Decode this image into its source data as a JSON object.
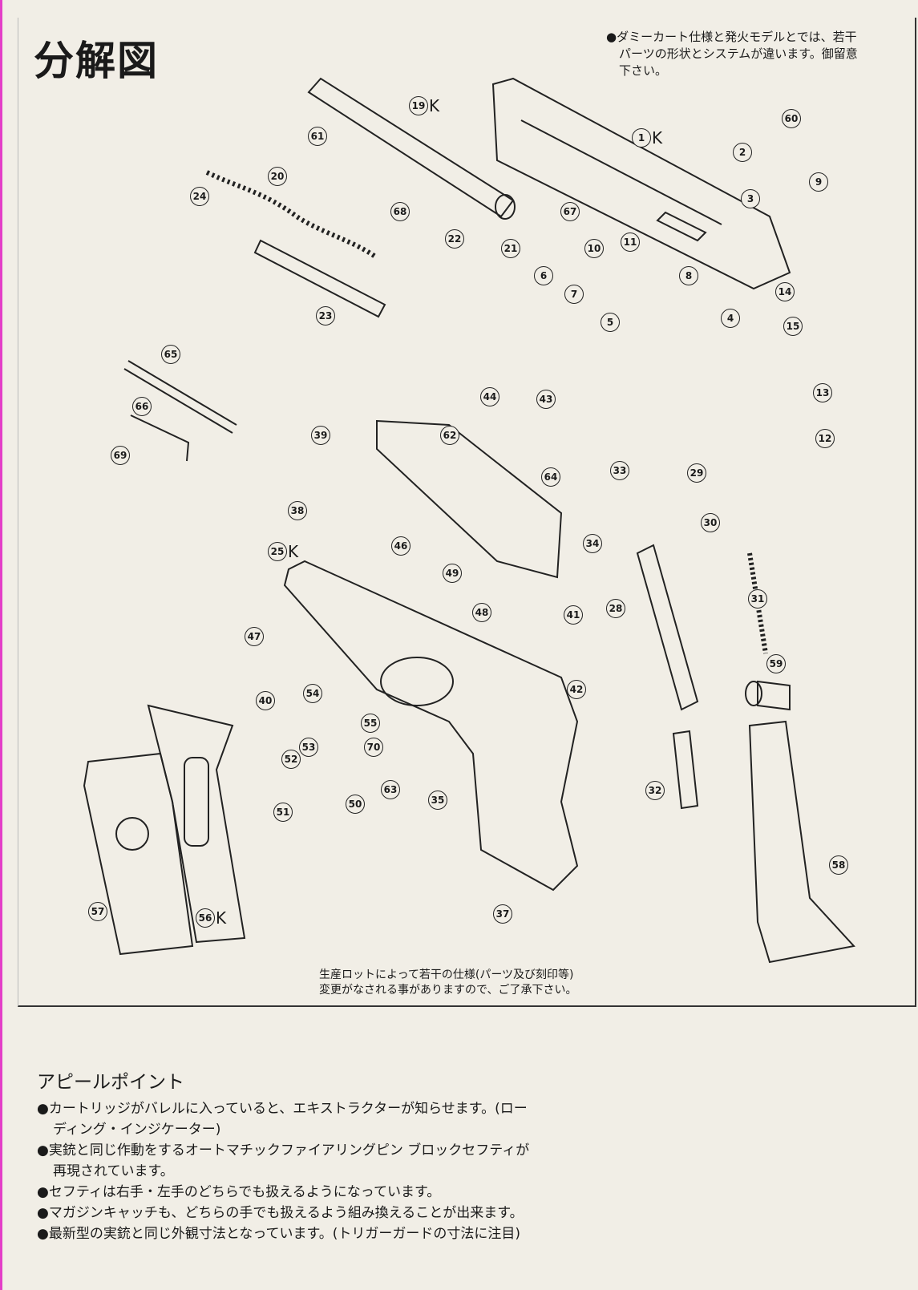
{
  "title": "分解図",
  "note": [
    "●ダミーカート仕様と発火モデルとでは、若干",
    "パーツの形状とシステムが違います。御留意",
    "下さい。"
  ],
  "parts": [
    {
      "num": "19",
      "suffix": "K"
    },
    {
      "num": "1",
      "suffix": "K"
    },
    {
      "num": "60",
      "suffix": ""
    },
    {
      "num": "2",
      "suffix": ""
    },
    {
      "num": "9",
      "suffix": ""
    },
    {
      "num": "3",
      "suffix": ""
    },
    {
      "num": "61",
      "suffix": ""
    },
    {
      "num": "20",
      "suffix": ""
    },
    {
      "num": "24",
      "suffix": ""
    },
    {
      "num": "68",
      "suffix": ""
    },
    {
      "num": "67",
      "suffix": ""
    },
    {
      "num": "22",
      "suffix": ""
    },
    {
      "num": "21",
      "suffix": ""
    },
    {
      "num": "10",
      "suffix": ""
    },
    {
      "num": "11",
      "suffix": ""
    },
    {
      "num": "6",
      "suffix": ""
    },
    {
      "num": "7",
      "suffix": ""
    },
    {
      "num": "8",
      "suffix": ""
    },
    {
      "num": "5",
      "suffix": ""
    },
    {
      "num": "4",
      "suffix": ""
    },
    {
      "num": "14",
      "suffix": ""
    },
    {
      "num": "15",
      "suffix": ""
    },
    {
      "num": "23",
      "suffix": ""
    },
    {
      "num": "65",
      "suffix": ""
    },
    {
      "num": "66",
      "suffix": ""
    },
    {
      "num": "69",
      "suffix": ""
    },
    {
      "num": "44",
      "suffix": ""
    },
    {
      "num": "43",
      "suffix": ""
    },
    {
      "num": "13",
      "suffix": ""
    },
    {
      "num": "39",
      "suffix": ""
    },
    {
      "num": "62",
      "suffix": ""
    },
    {
      "num": "12",
      "suffix": ""
    },
    {
      "num": "33",
      "suffix": ""
    },
    {
      "num": "29",
      "suffix": ""
    },
    {
      "num": "64",
      "suffix": ""
    },
    {
      "num": "38",
      "suffix": ""
    },
    {
      "num": "30",
      "suffix": ""
    },
    {
      "num": "46",
      "suffix": ""
    },
    {
      "num": "25",
      "suffix": "K"
    },
    {
      "num": "34",
      "suffix": ""
    },
    {
      "num": "49",
      "suffix": ""
    },
    {
      "num": "28",
      "suffix": ""
    },
    {
      "num": "31",
      "suffix": ""
    },
    {
      "num": "48",
      "suffix": ""
    },
    {
      "num": "41",
      "suffix": ""
    },
    {
      "num": "47",
      "suffix": ""
    },
    {
      "num": "59",
      "suffix": ""
    },
    {
      "num": "42",
      "suffix": ""
    },
    {
      "num": "40",
      "suffix": ""
    },
    {
      "num": "54",
      "suffix": ""
    },
    {
      "num": "55",
      "suffix": ""
    },
    {
      "num": "70",
      "suffix": ""
    },
    {
      "num": "53",
      "suffix": ""
    },
    {
      "num": "52",
      "suffix": ""
    },
    {
      "num": "63",
      "suffix": ""
    },
    {
      "num": "35",
      "suffix": ""
    },
    {
      "num": "50",
      "suffix": ""
    },
    {
      "num": "51",
      "suffix": ""
    },
    {
      "num": "32",
      "suffix": ""
    },
    {
      "num": "58",
      "suffix": ""
    },
    {
      "num": "57",
      "suffix": ""
    },
    {
      "num": "56",
      "suffix": "K"
    },
    {
      "num": "37",
      "suffix": ""
    }
  ],
  "caption": [
    "生産ロットによって若干の仕様(パーツ及び刻印等)",
    "変更がなされる事がありますので、ご了承下さい。"
  ],
  "appeal": {
    "heading": "アピールポイント",
    "bullets": [
      "●カートリッジがバレルに入っていると、エキストラクターが知らせます。(ローディング・インジケーター)",
      "●実銃と同じ作動をするオートマチックファイアリングピン ブロックセフティが再現されています。",
      "●セフティは右手・左手のどちらでも扱えるようになっています。",
      "●マガジンキャッチも、どちらの手でも扱えるよう組み換えることが出来ます。",
      "●最新型の実銃と同じ外観寸法となっています。(トリガーガードの寸法に注目)"
    ]
  }
}
